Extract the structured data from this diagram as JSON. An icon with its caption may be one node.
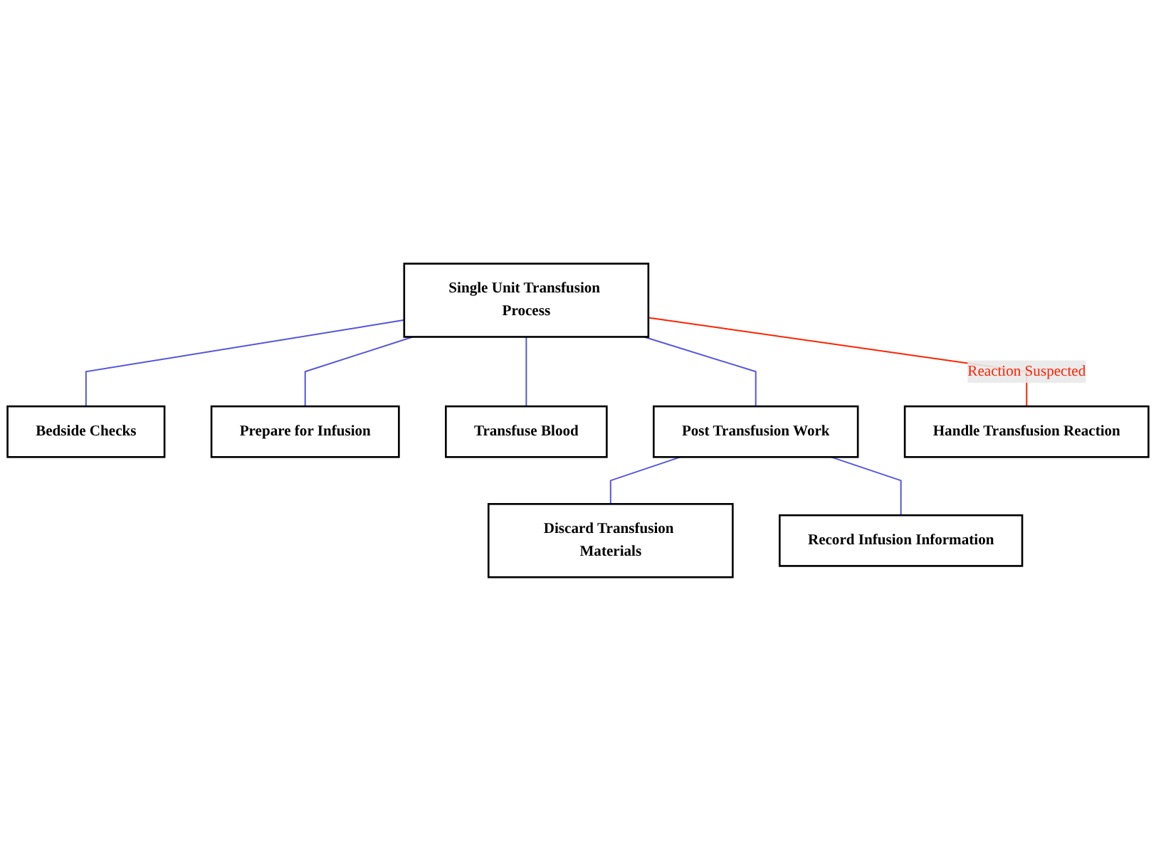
{
  "diagram": {
    "nodes": [
      {
        "text": [
          "Single Unit Transfusion Process"
        ]
      },
      {
        "text": [
          "Bedside Checks"
        ]
      },
      {
        "text": [
          "Prepare for Infusion"
        ]
      },
      {
        "text": [
          "Transfuse Blood"
        ]
      },
      {
        "text": [
          "Post Transfusion Work"
        ]
      },
      {
        "text": [
          "Handle Transfusion Reaction"
        ]
      },
      {
        "text": [
          "Discard Transfusion Materials"
        ]
      },
      {
        "text": [
          "Record Infusion Information"
        ]
      }
    ],
    "edges": [
      {
        "from": 0,
        "to": 1,
        "arrow": "none"
      },
      {
        "from": 0,
        "to": 2,
        "arrow": "none"
      },
      {
        "from": 0,
        "to": 3,
        "arrow": "none"
      },
      {
        "from": 0,
        "to": 4,
        "arrow": "none"
      },
      {
        "from": 0,
        "to": 5,
        "arrow": "none",
        "label": "Reaction Suspected",
        "color": "#ff2200"
      },
      {
        "from": 4,
        "to": 6,
        "arrow": "none"
      },
      {
        "from": 4,
        "to": 7,
        "arrow": "none"
      }
    ]
  }
}
